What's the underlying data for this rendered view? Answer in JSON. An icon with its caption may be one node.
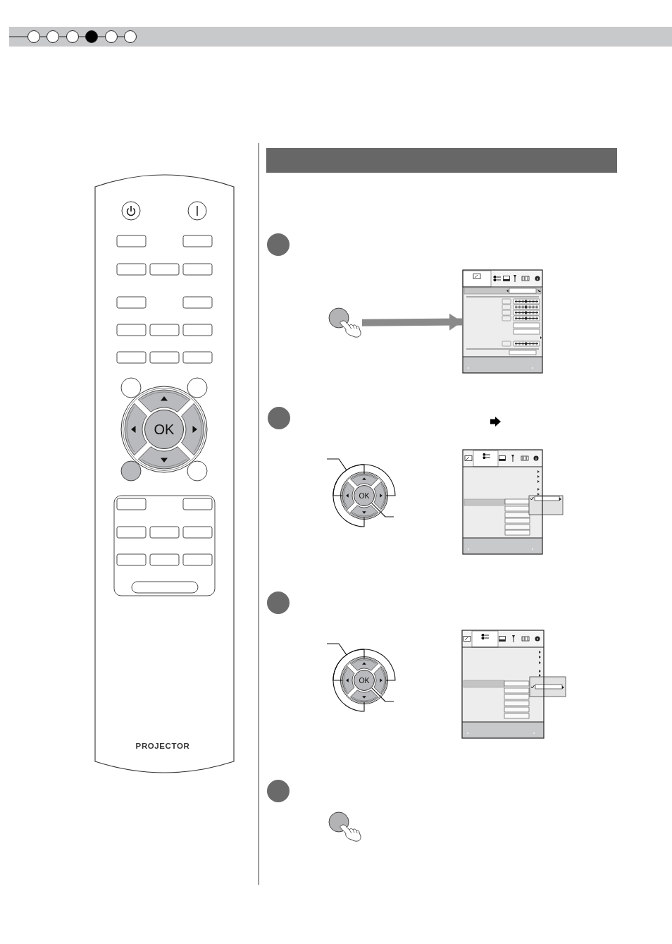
{
  "diagram": {
    "nodes": [
      {
        "text": [
          "PROJECTOR"
        ]
      },
      {
        "text": [
          "OK"
        ],
        "in": 0
      },
      {
        "text": [],
        "shape": "picture"
      },
      {
        "text": [],
        "shape": "picture"
      },
      {
        "text": [],
        "shape": "circle"
      },
      {
        "text": [],
        "shape": "button",
        "in": 4
      },
      {
        "text": [],
        "shape": "button",
        "in": 4
      },
      {
        "text": [
          "OK"
        ],
        "in": 4
      },
      {
        "text": [],
        "shape": "button",
        "in": 4
      },
      {
        "text": [],
        "shape": "button",
        "in": 4
      },
      {
        "text": [],
        "shape": "picture"
      },
      {
        "text": [],
        "shape": "circle"
      },
      {
        "text": [],
        "shape": "button",
        "in": 11
      },
      {
        "text": [],
        "shape": "button",
        "in": 11
      },
      {
        "text": [
          "OK"
        ],
        "in": 11
      },
      {
        "text": [],
        "shape": "button",
        "in": 11
      },
      {
        "text": [],
        "shape": "button",
        "in": 11
      },
      {
        "text": [],
        "shape": "picture"
      }
    ],
    "edges": [
      {
        "from": 2,
        "to": 3,
        "arrow": "to",
        "style": "thick",
        "color": "#8a8a8a"
      },
      {
        "from": null,
        "to": 5,
        "arrow": "none"
      },
      {
        "from": null,
        "to": 6,
        "arrow": "none"
      },
      {
        "from": null,
        "to": 8,
        "arrow": "none"
      },
      {
        "from": null,
        "to": 9,
        "arrow": "none"
      },
      {
        "from": null,
        "to": 7,
        "arrow": "none"
      },
      {
        "from": null,
        "to": 12,
        "arrow": "none"
      },
      {
        "from": null,
        "to": 13,
        "arrow": "none"
      },
      {
        "from": null,
        "to": 15,
        "arrow": "none"
      },
      {
        "from": null,
        "to": 16,
        "arrow": "none"
      },
      {
        "from": null,
        "to": 14,
        "arrow": "none"
      }
    ]
  }
}
